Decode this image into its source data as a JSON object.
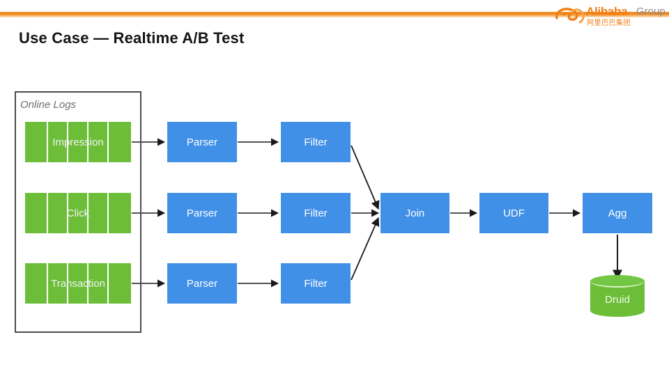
{
  "slide": {
    "title": "Use Case — Realtime A/B Test",
    "accent_orange": "#ef8416",
    "green": "#6cbe39",
    "blue": "#4190e8",
    "frame_border": "#4c4c4c"
  },
  "brand": {
    "name": "Alibaba",
    "suffix": "Group",
    "chinese": "阿里巴巴集团",
    "mark_icon": "alibaba-swoosh-icon"
  },
  "diagram": {
    "source_group": {
      "caption": "Online Logs",
      "sources": [
        {
          "label": "Impression",
          "segments": 5
        },
        {
          "label": "Click",
          "segments": 5
        },
        {
          "label": "Transaction",
          "segments": 5
        }
      ]
    },
    "pipelines": [
      {
        "parser": "Parser",
        "filter": "Filter"
      },
      {
        "parser": "Parser",
        "filter": "Filter"
      },
      {
        "parser": "Parser",
        "filter": "Filter"
      }
    ],
    "stages": [
      {
        "label": "Join"
      },
      {
        "label": "UDF"
      },
      {
        "label": "Agg"
      }
    ],
    "sink": {
      "label": "Druid",
      "shape": "cylinder-database"
    }
  }
}
